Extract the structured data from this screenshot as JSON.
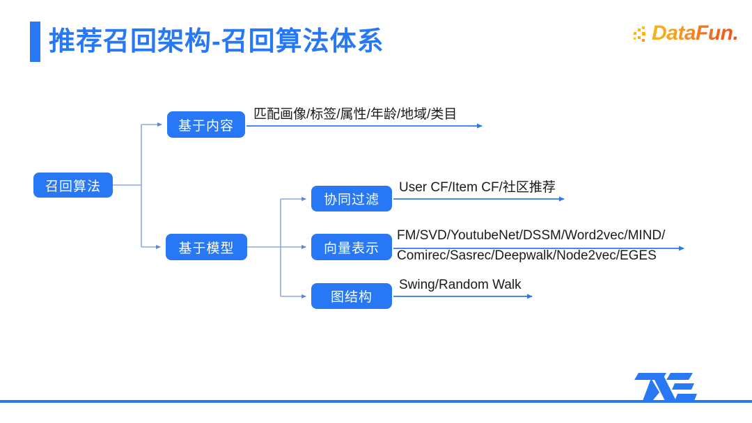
{
  "slide": {
    "title": "推荐召回架构-召回算法体系",
    "accent_color": "#2878f5",
    "background_color": "#ffffff",
    "text_color": "#1a1a1a"
  },
  "brand": {
    "datafun_logo_text": "DataFun.",
    "datafun_gradient_start": "#f9b316",
    "datafun_gradient_end": "#f04d23",
    "tme_logo_name": "tme-logo",
    "tme_color": "#2878f5"
  },
  "diagram": {
    "type": "tree",
    "root": {
      "label": "召回算法"
    },
    "branches": [
      {
        "id": "content",
        "label": "基于内容",
        "edge_label": "匹配画像/标签/属性/年龄/地域/类目",
        "children": []
      },
      {
        "id": "model",
        "label": "基于模型",
        "edge_label": "",
        "children": [
          {
            "id": "cf",
            "label": "协同过滤",
            "edge_label_line1": "User CF/Item CF/社区推荐",
            "edge_label_line2": ""
          },
          {
            "id": "vector",
            "label": "向量表示",
            "edge_label_line1": "FM/SVD/YoutubeNet/DSSM/Word2vec/MIND/",
            "edge_label_line2": "Comirec/Sasrec/Deepwalk/Node2vec/EGES"
          },
          {
            "id": "graph",
            "label": "图结构",
            "edge_label_line1": "Swing/Random Walk",
            "edge_label_line2": ""
          }
        ]
      }
    ]
  }
}
